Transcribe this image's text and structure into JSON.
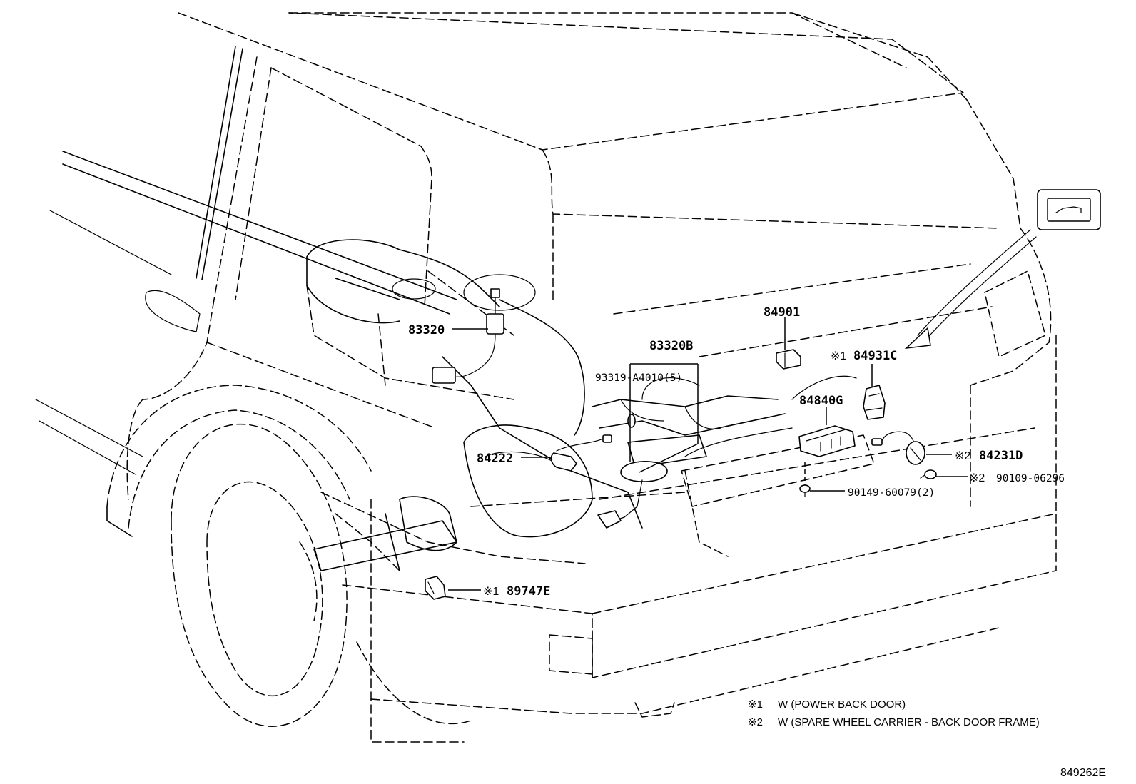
{
  "callouts": {
    "p83320": "83320",
    "p83320b": "83320B",
    "p93319": "93319-A4010(5)",
    "p84901": "84901",
    "p84931c_mark": "※1",
    "p84931c": "84931C",
    "p84840g": "84840G",
    "p84222": "84222",
    "p84231d_mark": "※2",
    "p84231d": "84231D",
    "p90109_mark": "※2",
    "p90109": "90109-06296",
    "p90149": "90149-60079(2)",
    "p89747e_mark": "※1",
    "p89747e": "89747E"
  },
  "notes": [
    {
      "mark": "※1",
      "text": "W (POWER BACK DOOR)"
    },
    {
      "mark": "※2",
      "text": "W (SPARE WHEEL CARRIER - BACK DOOR FRAME)"
    }
  ],
  "diagram_code": "849262E",
  "icons": {
    "inset": "rear-view-vehicle-icon"
  }
}
